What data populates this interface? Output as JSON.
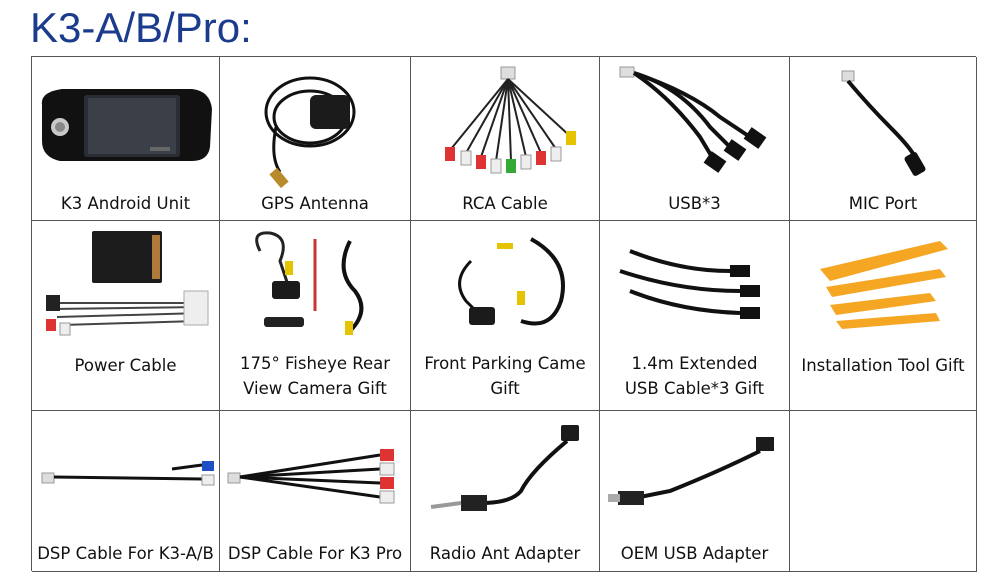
{
  "title": "K3-A/B/Pro:",
  "items": [
    {
      "lines": [
        "K3 Android Unit"
      ],
      "icon": "android-head-unit-icon"
    },
    {
      "lines": [
        "GPS Antenna"
      ],
      "icon": "gps-antenna-icon"
    },
    {
      "lines": [
        "RCA Cable"
      ],
      "icon": "rca-cable-icon"
    },
    {
      "lines": [
        "USB*3"
      ],
      "icon": "usb-cable-icon"
    },
    {
      "lines": [
        "MIC Port"
      ],
      "icon": "microphone-cable-icon"
    },
    {
      "lines": [
        "Power Cable"
      ],
      "icon": "power-harness-icon"
    },
    {
      "lines": [
        "175° Fisheye Rear",
        "View Camera Gift"
      ],
      "icon": "rear-camera-icon"
    },
    {
      "lines": [
        "Front Parking Came",
        "Gift"
      ],
      "icon": "front-camera-icon"
    },
    {
      "lines": [
        "1.4m Extended",
        "USB Cable*3 Gift"
      ],
      "icon": "usb-extension-cable-icon"
    },
    {
      "lines": [
        "Installation Tool Gift"
      ],
      "icon": "pry-tool-icon"
    },
    {
      "lines": [
        "DSP Cable For K3-A/B"
      ],
      "icon": "dsp-cable-icon"
    },
    {
      "lines": [
        "DSP Cable For K3 Pro"
      ],
      "icon": "dsp-cable-pro-icon"
    },
    {
      "lines": [
        "Radio Ant Adapter"
      ],
      "icon": "radio-antenna-adapter-icon"
    },
    {
      "lines": [
        "OEM USB Adapter"
      ],
      "icon": "oem-usb-adapter-icon"
    },
    {
      "lines": [],
      "icon": ""
    }
  ]
}
